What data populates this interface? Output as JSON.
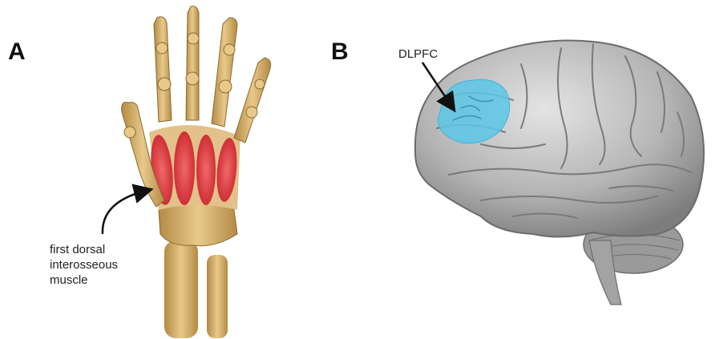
{
  "panels": [
    {
      "letter": "A",
      "callout": {
        "lines": [
          "first dorsal",
          "interosseous",
          "muscle"
        ]
      }
    },
    {
      "letter": "B",
      "callout": {
        "text": "DLPFC"
      }
    }
  ],
  "colors": {
    "bone": "#d9b36b",
    "bone_shadow": "#a8843f",
    "muscle": "#e0363c",
    "brain": "#9c9c9c",
    "brain_light": "#d6d6d6",
    "dlpfc_highlight": "#5cc7e6",
    "arrow": "#111111"
  },
  "icons": [
    "hand-skeleton-illustration",
    "brain-illustration",
    "pointer-arrow"
  ]
}
